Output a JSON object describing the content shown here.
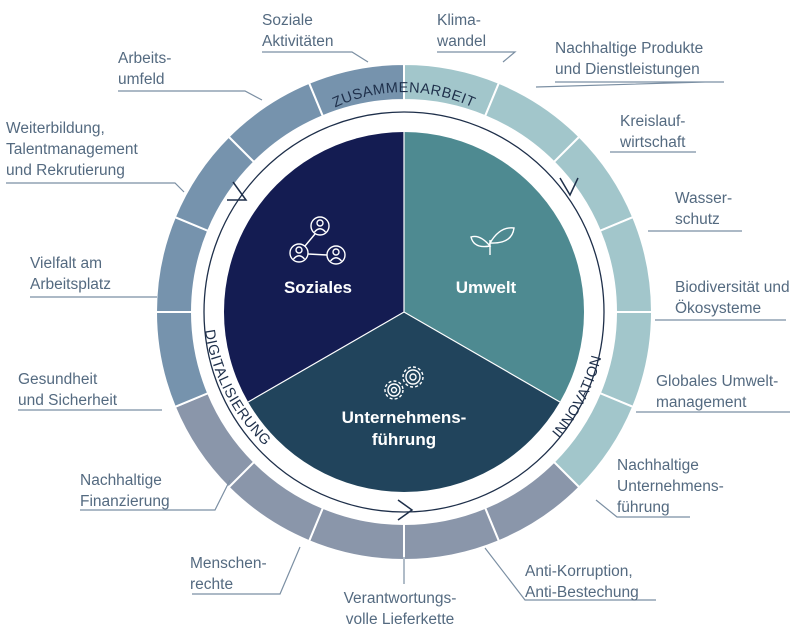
{
  "colors": {
    "soziales": "#141c52",
    "umwelt": "#4e8a91",
    "unternehmensfuehrung": "#21445c",
    "ring_soziales": "#7693ad",
    "ring_umwelt": "#a2c6cb",
    "ring_fuehrung": "#8a96aa",
    "separator": "#ffffff",
    "leader": "#7b8fa3",
    "label_text": "#546a80"
  },
  "pillars": [
    {
      "key": "soziales",
      "label": "Soziales",
      "icon": "people-network-icon"
    },
    {
      "key": "umwelt",
      "label": "Umwelt",
      "icon": "leaf-sprout-icon"
    },
    {
      "key": "fuehrung",
      "label_lines": [
        "Unternehmens-",
        "führung"
      ],
      "icon": "gears-icon"
    }
  ],
  "ring_labels": {
    "top": "ZUSAMMENARBEIT",
    "left": "DIGITALISIERUNG",
    "right": "INNOVATION"
  },
  "topics": [
    {
      "id": "soziale-aktivitaeten",
      "group": "soziales",
      "lines": [
        "Soziale",
        "Aktivitäten"
      ]
    },
    {
      "id": "arbeitsumfeld",
      "group": "soziales",
      "lines": [
        "Arbeits-",
        "umfeld"
      ]
    },
    {
      "id": "weiterbildung",
      "group": "soziales",
      "lines": [
        "Weiterbildung,",
        "Talentmanagement",
        "und Rekrutierung"
      ]
    },
    {
      "id": "vielfalt",
      "group": "soziales",
      "lines": [
        "Vielfalt am",
        "Arbeitsplatz"
      ]
    },
    {
      "id": "gesundheit",
      "group": "soziales",
      "lines": [
        "Gesundheit",
        "und Sicherheit"
      ]
    },
    {
      "id": "klimawandel",
      "group": "umwelt",
      "lines": [
        "Klima-",
        "wandel"
      ]
    },
    {
      "id": "nachhaltige-produkte",
      "group": "umwelt",
      "lines": [
        "Nachhaltige Produkte",
        "und Dienstleistungen"
      ]
    },
    {
      "id": "kreislaufwirtschaft",
      "group": "umwelt",
      "lines": [
        "Kreislauf-",
        "wirtschaft"
      ]
    },
    {
      "id": "wasserschutz",
      "group": "umwelt",
      "lines": [
        "Wasser-",
        "schutz"
      ]
    },
    {
      "id": "biodiversitaet",
      "group": "umwelt",
      "lines": [
        "Biodiversität und",
        "Ökosysteme"
      ]
    },
    {
      "id": "globales-umweltmanagement",
      "group": "umwelt",
      "lines": [
        "Globales Umwelt-",
        "management"
      ]
    },
    {
      "id": "nachhaltige-unternehmensfuehrung",
      "group": "fuehrung",
      "lines": [
        "Nachhaltige",
        "Unternehmens-",
        "führung"
      ]
    },
    {
      "id": "anti-korruption",
      "group": "fuehrung",
      "lines": [
        "Anti-Korruption,",
        "Anti-Bestechung"
      ]
    },
    {
      "id": "lieferkette",
      "group": "fuehrung",
      "lines": [
        "Verantwortungs-",
        "volle Lieferkette"
      ]
    },
    {
      "id": "menschenrechte",
      "group": "fuehrung",
      "lines": [
        "Menschen-",
        "rechte"
      ]
    },
    {
      "id": "nachhaltige-finanzierung",
      "group": "fuehrung",
      "lines": [
        "Nachhaltige",
        "Finanzierung"
      ]
    }
  ]
}
